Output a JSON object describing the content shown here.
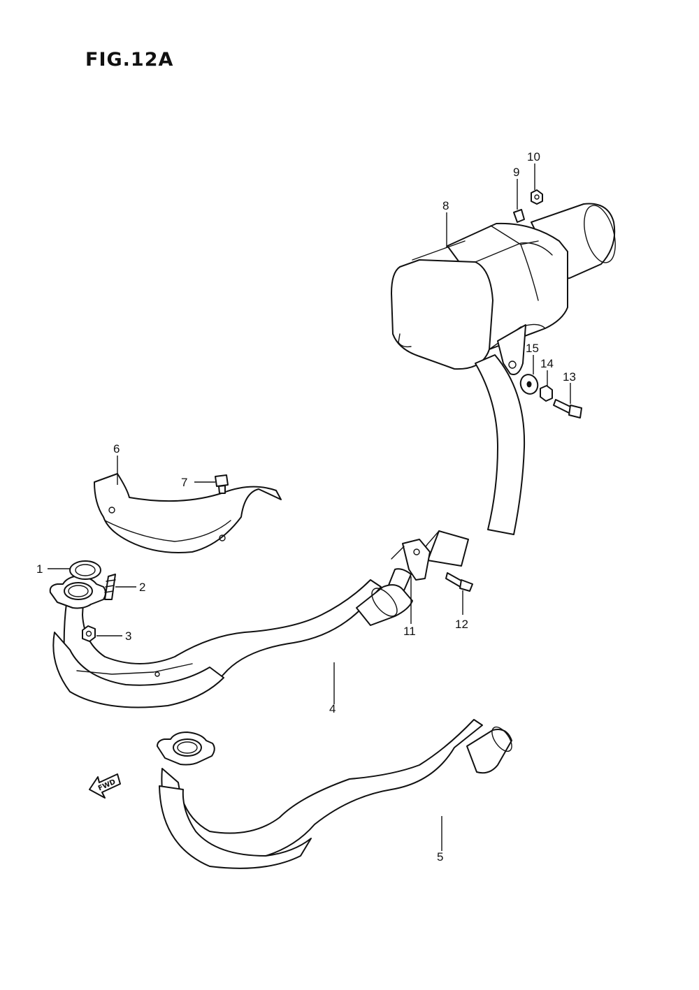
{
  "figure": {
    "title": "FIG.12A"
  },
  "fwd_label": "FWD",
  "callouts": [
    {
      "id": "1",
      "label": "1"
    },
    {
      "id": "2",
      "label": "2"
    },
    {
      "id": "3",
      "label": "3"
    },
    {
      "id": "4",
      "label": "4"
    },
    {
      "id": "5",
      "label": "5"
    },
    {
      "id": "6",
      "label": "6"
    },
    {
      "id": "7",
      "label": "7"
    },
    {
      "id": "8",
      "label": "8"
    },
    {
      "id": "9",
      "label": "9"
    },
    {
      "id": "10",
      "label": "10"
    },
    {
      "id": "11",
      "label": "11"
    },
    {
      "id": "12",
      "label": "12"
    },
    {
      "id": "13",
      "label": "13"
    },
    {
      "id": "14",
      "label": "14"
    },
    {
      "id": "15",
      "label": "15"
    }
  ]
}
